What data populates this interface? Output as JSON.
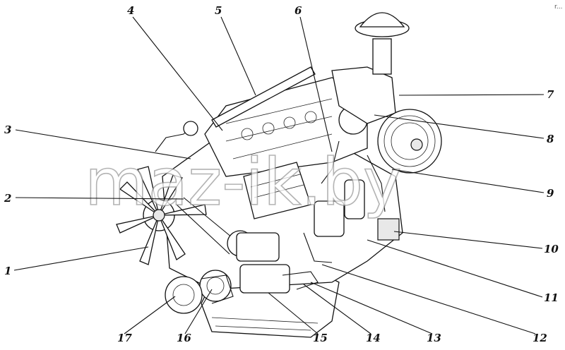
{
  "watermark": "maz-ik.by",
  "corner_mark": "r...",
  "callouts": [
    {
      "id": 1,
      "label": "1"
    },
    {
      "id": 2,
      "label": "2"
    },
    {
      "id": 3,
      "label": "3"
    },
    {
      "id": 4,
      "label": "4"
    },
    {
      "id": 5,
      "label": "5"
    },
    {
      "id": 6,
      "label": "6"
    },
    {
      "id": 7,
      "label": "7"
    },
    {
      "id": 8,
      "label": "8"
    },
    {
      "id": 9,
      "label": "9"
    },
    {
      "id": 10,
      "label": "10"
    },
    {
      "id": 11,
      "label": "11"
    },
    {
      "id": 12,
      "label": "12"
    },
    {
      "id": 13,
      "label": "13"
    },
    {
      "id": 14,
      "label": "14"
    },
    {
      "id": 15,
      "label": "15"
    },
    {
      "id": 16,
      "label": "16"
    },
    {
      "id": 17,
      "label": "17"
    }
  ]
}
